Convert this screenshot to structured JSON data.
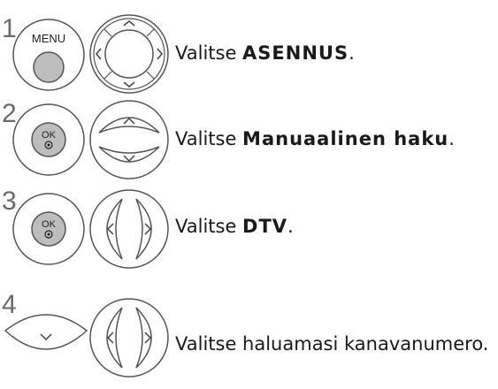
{
  "steps": [
    {
      "number": "1",
      "menu_button": "MENU",
      "prefix": "Valitse ",
      "bold": "ASENNUS",
      "suffix": "."
    },
    {
      "number": "2",
      "ok_button": "OK",
      "prefix": "Valitse ",
      "bold": "Manuaalinen haku",
      "suffix": "."
    },
    {
      "number": "3",
      "ok_button": "OK",
      "prefix": "Valitse ",
      "bold": "DTV",
      "suffix": "."
    },
    {
      "number": "4",
      "prefix": "Valitse haluamasi kanavanumero.",
      "bold": "",
      "suffix": ""
    }
  ],
  "icons": {
    "menu_button": "round-menu-button-icon",
    "dpad": "four-way-navigation-pad-icon",
    "ok_button": "round-ok-button-icon",
    "up_down": "up-down-arrow-buttons-icon",
    "left_right": "left-right-arrow-buttons-icon",
    "down": "down-arrow-button-icon"
  },
  "colors": {
    "outline": "#555555",
    "button_fill": "#bdbdbd",
    "text": "#1a1a1a",
    "step_number": "#6a6a6a"
  }
}
